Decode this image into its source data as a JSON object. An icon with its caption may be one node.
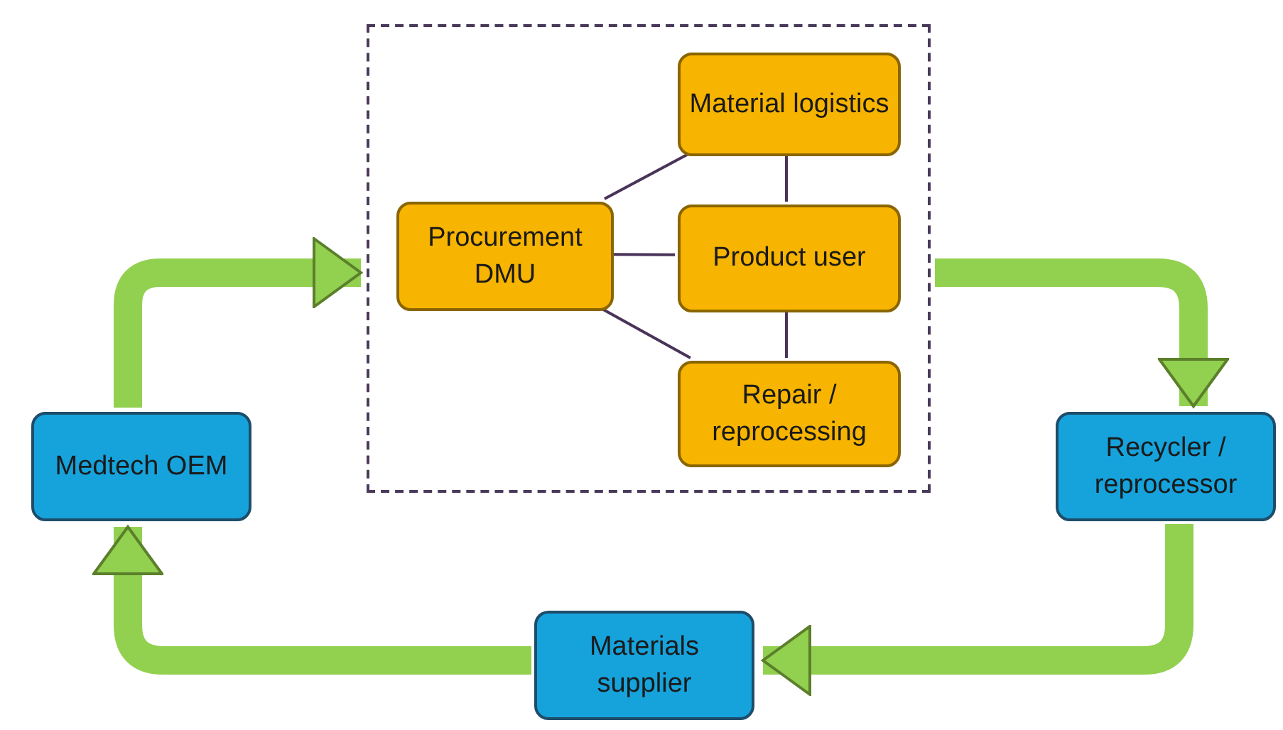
{
  "diagram": {
    "nodes": [
      {
        "text": [],
        "shape": "box"
      },
      {
        "text": [
          "Material logistics"
        ],
        "in": 0
      },
      {
        "text": [
          "Procurement DMU"
        ],
        "in": 0
      },
      {
        "text": [
          "Product user"
        ],
        "in": 0
      },
      {
        "text": [
          "Repair / reprocessing"
        ],
        "in": 0
      },
      {
        "text": [
          "Medtech OEM"
        ]
      },
      {
        "text": [
          "Recycler / reprocessor"
        ]
      },
      {
        "text": [
          "Materials supplier"
        ]
      }
    ],
    "edges": [
      {
        "from": 2,
        "to": 1,
        "arrow": "none"
      },
      {
        "from": 2,
        "to": 3,
        "arrow": "none"
      },
      {
        "from": 2,
        "to": 4,
        "arrow": "none"
      },
      {
        "from": 1,
        "to": 3,
        "arrow": "none"
      },
      {
        "from": 3,
        "to": 4,
        "arrow": "none"
      },
      {
        "from": 5,
        "to": 0,
        "arrow": "to",
        "style": "thick",
        "color": "#92d050"
      },
      {
        "from": 0,
        "to": 6,
        "arrow": "to",
        "style": "thick",
        "color": "#92d050"
      },
      {
        "from": 6,
        "to": 7,
        "arrow": "to",
        "style": "thick",
        "color": "#92d050"
      },
      {
        "from": 7,
        "to": 5,
        "arrow": "to",
        "style": "thick",
        "color": "#92d050"
      }
    ]
  }
}
